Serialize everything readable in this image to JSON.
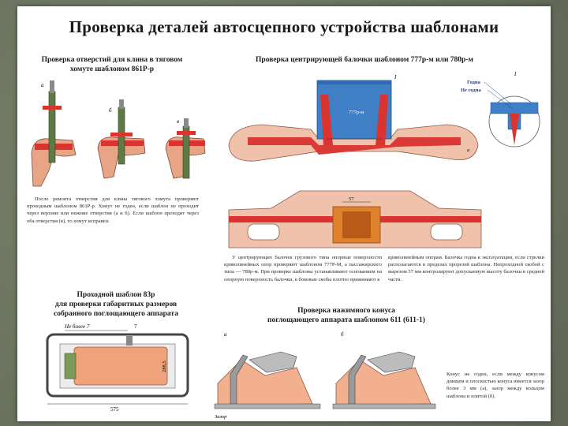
{
  "title": "Проверка деталей автосцепного устройства шаблонами",
  "sections": {
    "holes": {
      "caption_line1": "Проверка отверстий для клина в тяговом",
      "caption_line2": "хомуте шаблоном 861Р-р",
      "labels": [
        "а",
        "б",
        "в"
      ],
      "text": "После ремонта отверстия для клина тягового хомута проверяют проходным шаблоном 861Р-р. Хомут не годен, если шаблон не проходит через верхние или нижние отверстия (а и б). Если шаблон проходит через оба отверстия (в), то хомут исправен."
    },
    "beam": {
      "caption": "Проверка центрирующей балочки шаблоном 777р-м или 780р-м",
      "template_label": "777р-м",
      "marker": "I",
      "detail_label": "I",
      "fit_label": "Годна",
      "unfit_label": "Не годна",
      "dim_label": "57",
      "side_label": "а",
      "text_left": "У центрирующих балочек грузового типа опорные поверхности криволинейных опор проверяют шаблоном 777Р-М, а пассажирского типа — 780р-м. При проверке шаблоны устанавливают основанием на опорную поверхность балочки, в боковые скобы плотно прижимают к",
      "text_right": "криволинейным опорам. Балочка годна к эксплуатации, если стрелки располагаются в пределах прорезей шаблона. Непроходной скобой с вырезом 57 мм контролируют допускаемую высоту балочки в средней части."
    },
    "gauge": {
      "caption_line1": "Проходной шаблон 83р",
      "caption_line2": "для проверки габаритных размеров",
      "caption_line3": "собранного поглощающего аппарата",
      "not_more_label": "Не более 7",
      "seven_label": "7",
      "dim_height": "288,5",
      "dim_width": "575"
    },
    "cone": {
      "caption_line1": "Проверка нажимного конуса",
      "caption_line2": "поглощающего аппарата шаблоном 611 (611-1)",
      "labels": [
        "а",
        "б"
      ],
      "gap_label": "Зазор",
      "text": "Конус не годен, если между конусом днищем и плоскостью конуса имеется зазор более 3 мм (а), зазор между кольцом шаблона и плитой (б)."
    }
  }
}
